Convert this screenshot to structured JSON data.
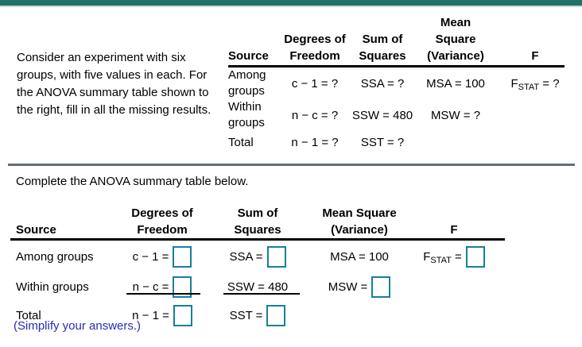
{
  "colors": {
    "top_bar": "#236f6a",
    "divider": "#636d78",
    "answer_box_border": "#16809b",
    "note_text": "#2929b8",
    "table_rule": "#000000"
  },
  "intro_text": "Consider an experiment with six groups, with five values in each. For the ANOVA summary table shown to the right, fill in all the missing results.",
  "instruction_text": "Complete the ANOVA summary table below.",
  "note_text": "(Simplify your answers.)",
  "top_table": {
    "header": {
      "mean": "Mean",
      "degrees": "Degrees of",
      "sum": "Sum of",
      "square": "Square",
      "source": "Source",
      "freedom": "Freedom",
      "squares": "Squares",
      "variance": "(Variance)",
      "f": "F"
    },
    "rows": [
      {
        "source": "Among groups",
        "df": "c − 1 = ?",
        "ss": "SSA = ?",
        "ms": "MSA = 100",
        "f_base": "F",
        "f_sub": "STAT",
        "f_rest": " = ?"
      },
      {
        "source": "Within groups",
        "df": "n − c = ?",
        "ss": "SSW = 480",
        "ms": "MSW = ?"
      },
      {
        "source": "Total",
        "df": "n − 1 = ?",
        "ss": "SST = ?"
      }
    ]
  },
  "bottom_table": {
    "header": {
      "degrees": "Degrees of",
      "sum": "Sum of",
      "mean_square": "Mean Square",
      "source": "Source",
      "freedom": "Freedom",
      "squares": "Squares",
      "variance": "(Variance)",
      "f": "F"
    },
    "rows": [
      {
        "source": "Among groups",
        "df_label": "c − 1 =",
        "ss_label": "SSA =",
        "ms_text": "MSA = 100",
        "f_base": "F",
        "f_sub": "STAT",
        "f_rest": " ="
      },
      {
        "source": "Within groups",
        "df_label": "n − c =",
        "ss_text": "SSW = 480",
        "ms_label": "MSW ="
      },
      {
        "source": "Total",
        "df_label": "n − 1 =",
        "ss_label": "SST ="
      }
    ]
  }
}
